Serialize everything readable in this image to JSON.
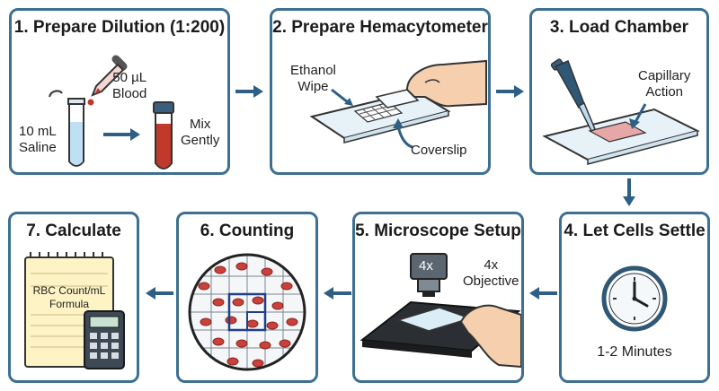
{
  "colors": {
    "panel_border": "#3d6f92",
    "arrow": "#2e5f86",
    "blood": "#c0392b",
    "saline": "#bfe0f2",
    "rbc": "#c9413b"
  },
  "steps": [
    {
      "title": "1. Prepare Dilution (1:200)",
      "labels": {
        "blood_volume": "50 µL\nBlood",
        "saline_volume": "10 mL\nSaline",
        "mix": "Mix\nGently"
      },
      "icons": [
        "dropper-icon",
        "saline-tube-icon",
        "blood-tube-icon"
      ]
    },
    {
      "title": "2. Prepare Hemacytometer",
      "labels": {
        "wipe": "Ethanol\nWipe",
        "coverslip": "Coverslip"
      },
      "icons": [
        "hand-icon",
        "hemacytometer-slide-icon"
      ]
    },
    {
      "title": "3. Load Chamber",
      "labels": {
        "capillary": "Capillary\nAction"
      },
      "icons": [
        "pipette-icon",
        "slide-icon"
      ]
    },
    {
      "title": "4. Let Cells Settle",
      "labels": {
        "time": "1-2 Minutes"
      },
      "icons": [
        "clock-icon"
      ]
    },
    {
      "title": "5. Microscope Setup",
      "labels": {
        "objective": "4x\nObjective",
        "lens_mark": "4x"
      },
      "icons": [
        "microscope-objective-icon",
        "microscope-stage-icon",
        "hand-icon"
      ]
    },
    {
      "title": "6. Counting",
      "labels": {},
      "icons": [
        "microscope-field-icon"
      ]
    },
    {
      "title": "7. Calculate",
      "labels": {
        "formula": "RBC Count/mL\nFormula"
      },
      "icons": [
        "notepad-icon",
        "calculator-icon"
      ]
    }
  ]
}
